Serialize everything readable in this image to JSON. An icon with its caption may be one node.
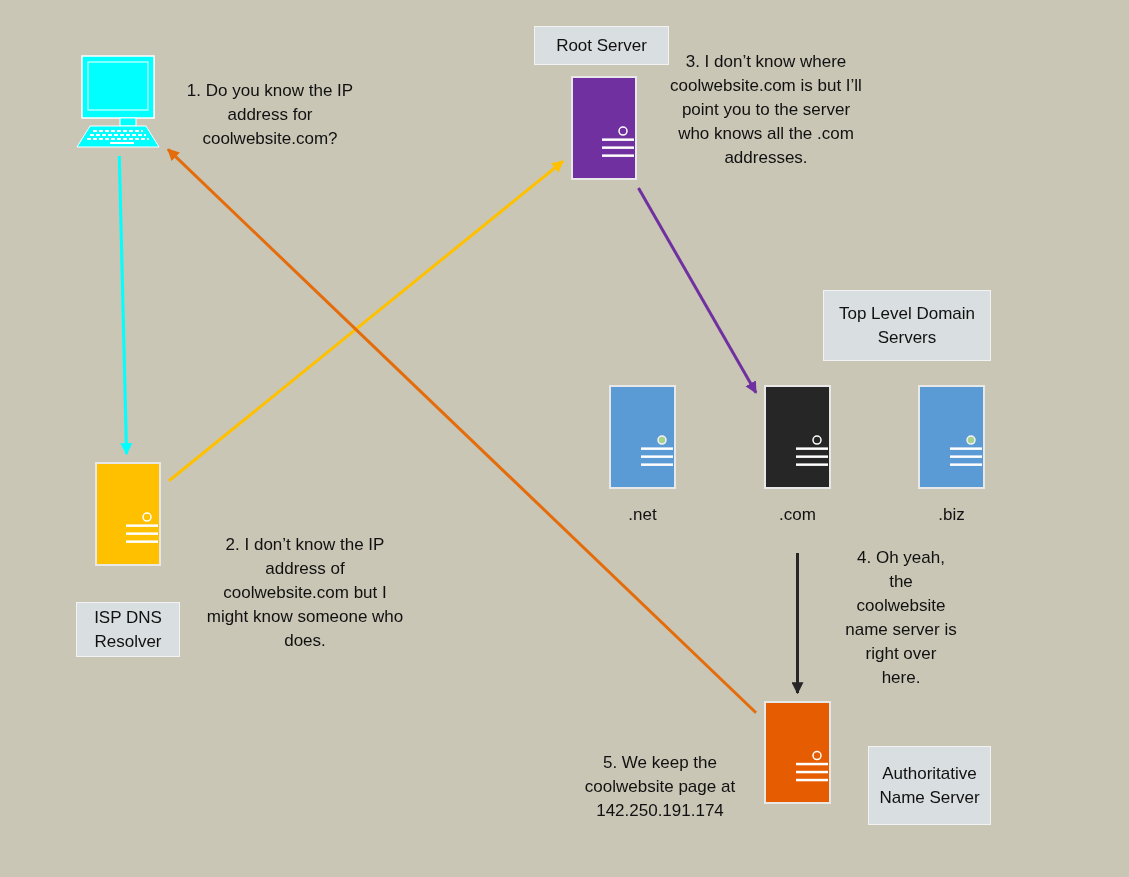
{
  "diagram": {
    "nodes": [
      {
        "text": [],
        "shape": "computer"
      },
      {
        "text": [],
        "shape": "server"
      },
      {
        "text": [
          "ISP DNS Resolver"
        ]
      },
      {
        "text": [],
        "shape": "server"
      },
      {
        "text": [
          "Root Server"
        ]
      },
      {
        "text": [
          "Top Level Domain Servers"
        ]
      },
      {
        "text": [],
        "shape": "server",
        "beside": [
          ".net"
        ]
      },
      {
        "text": [],
        "shape": "server",
        "beside": [
          ".com"
        ]
      },
      {
        "text": [],
        "shape": "server",
        "beside": [
          ".biz"
        ]
      },
      {
        "text": [],
        "shape": "server"
      },
      {
        "text": [
          "Authoritative Name Server"
        ]
      }
    ],
    "edges": [
      {
        "from": 0,
        "to": 1,
        "arrow": "to",
        "color": "#00ffff"
      },
      {
        "from": 1,
        "to": 3,
        "arrow": "to",
        "color": "#ffc000"
      },
      {
        "from": 3,
        "to": 7,
        "arrow": "to",
        "color": "#7030a0"
      },
      {
        "from": 7,
        "to": 9,
        "arrow": "to",
        "color": "#262626"
      },
      {
        "from": 9,
        "to": 0,
        "arrow": "to",
        "color": "#e46c0a"
      }
    ],
    "labels": [
      "1. Do you know the IP address for coolwebsite.com?",
      "3. I don’t know where coolwebsite.com is but I’ll point you to the server who knows all the .com addresses.",
      "2. I don’t know the IP address of coolwebsite.com but I might know someone who does.",
      "4. Oh yeah, the coolwebsite name server is right over here.",
      "5. We keep the coolwebsite page at 142.250.191.174"
    ]
  }
}
